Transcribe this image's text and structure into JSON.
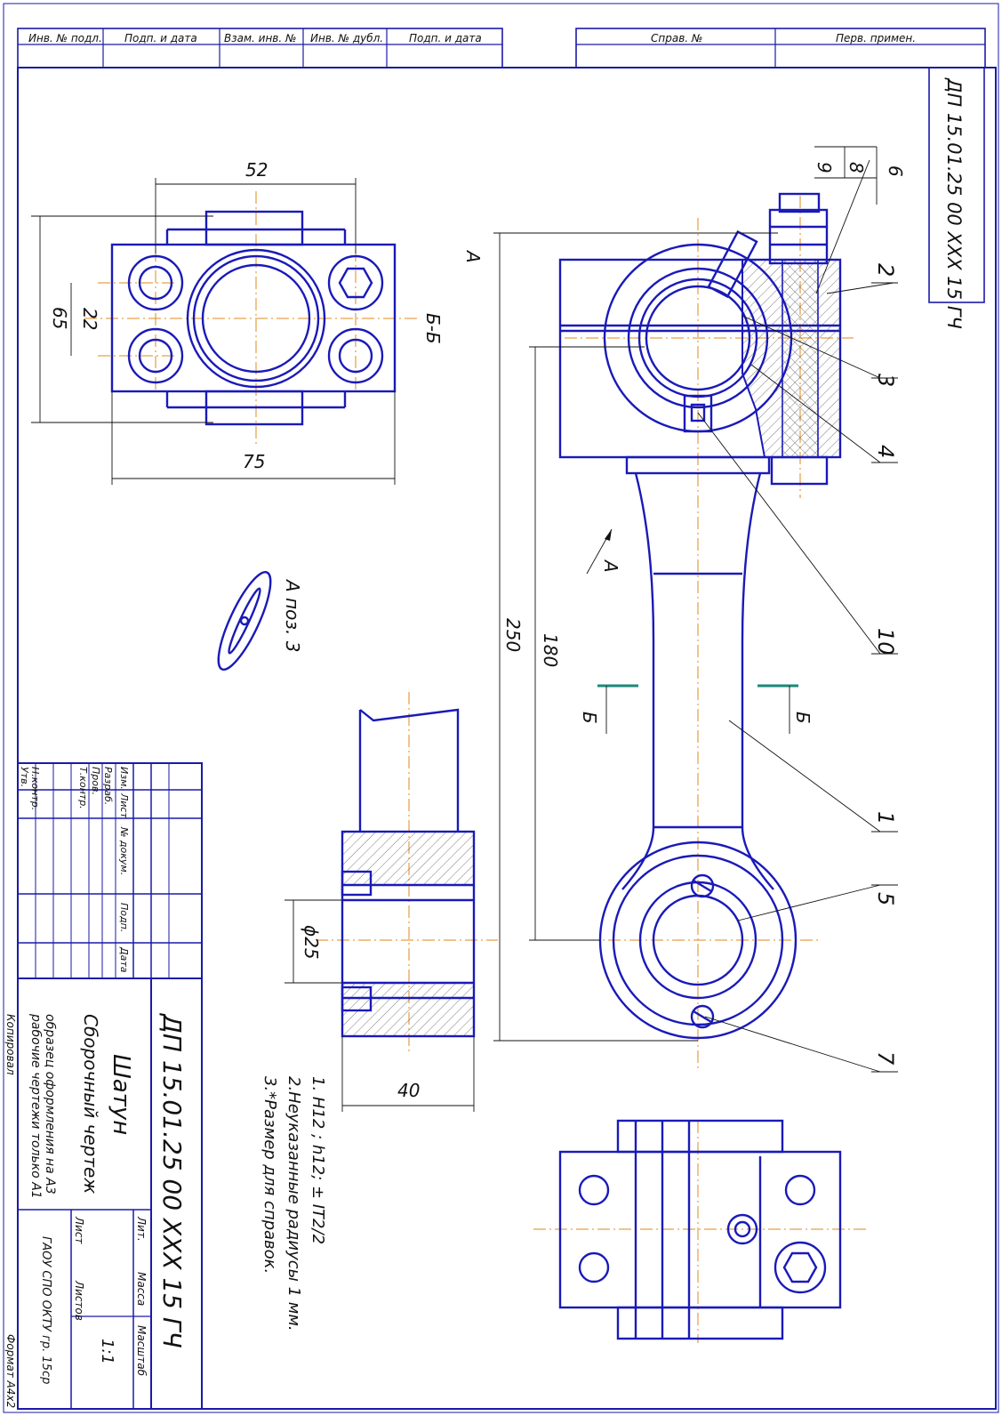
{
  "top_strip": {
    "labels": [
      "Инв. № подл.",
      "Подп. и дата",
      "Взам. инв. №",
      "Инв. № дубл.",
      "Подп. и дата"
    ],
    "right_labels": [
      "Справ. №",
      "Перв. примен."
    ]
  },
  "doc_code_margin": "ДП 15.01.25 00 ХХХ 15 ГЧ",
  "revision_marks": [
    "6",
    "8",
    "9"
  ],
  "dimensions": {
    "width_52": "52",
    "width_75": "75",
    "height_65": "65",
    "pitch_22": "22",
    "overall_250": "250",
    "center_180": "180",
    "diameter_25": "ϕ25",
    "width_40": "40"
  },
  "section_labels": {
    "section_bb": "Б-Б",
    "view_a_mark": "А",
    "view_a_arrow": "А",
    "view_a_detail": "А поз. 3",
    "cut_left": "Б",
    "cut_right": "Б"
  },
  "balloons": [
    "1",
    "2",
    "3",
    "4",
    "5",
    "7",
    "10"
  ],
  "notes": [
    "1. Н12 ; h12; ± IT2/2",
    "2.Неуказанные радиусы 1 мм.",
    "3.*Размер для справок."
  ],
  "title_block": {
    "row_labels": [
      "Изм.",
      "Лист",
      "№ докум.",
      "Подп.",
      "Дата"
    ],
    "roles": [
      "Разраб.",
      "Пров.",
      "Т.контр.",
      "Н.контр.",
      "Утв."
    ],
    "designation": "ДП 15.01.25 00 ХХХ 15 ГЧ",
    "part_name": "Шатун",
    "doc_type": "Сборочный чертеж",
    "sample_note_1": "образец оформления на А3",
    "sample_note_2": "рабочие чертежи только А1",
    "col_lit": "Лит.",
    "col_mass": "Масса",
    "col_scale": "Масштаб",
    "scale_value": "1:1",
    "sheet_label": "Лист",
    "sheets_label": "Листов",
    "organization": "ГАОУ СПО ОКТУ гр. 15ср",
    "copied": "Копировал",
    "format": "Формат А4х2"
  },
  "colors": {
    "outline": "#1a1ab8",
    "axis": "#e08a1a",
    "cut_marker": "#1a8a7a"
  }
}
